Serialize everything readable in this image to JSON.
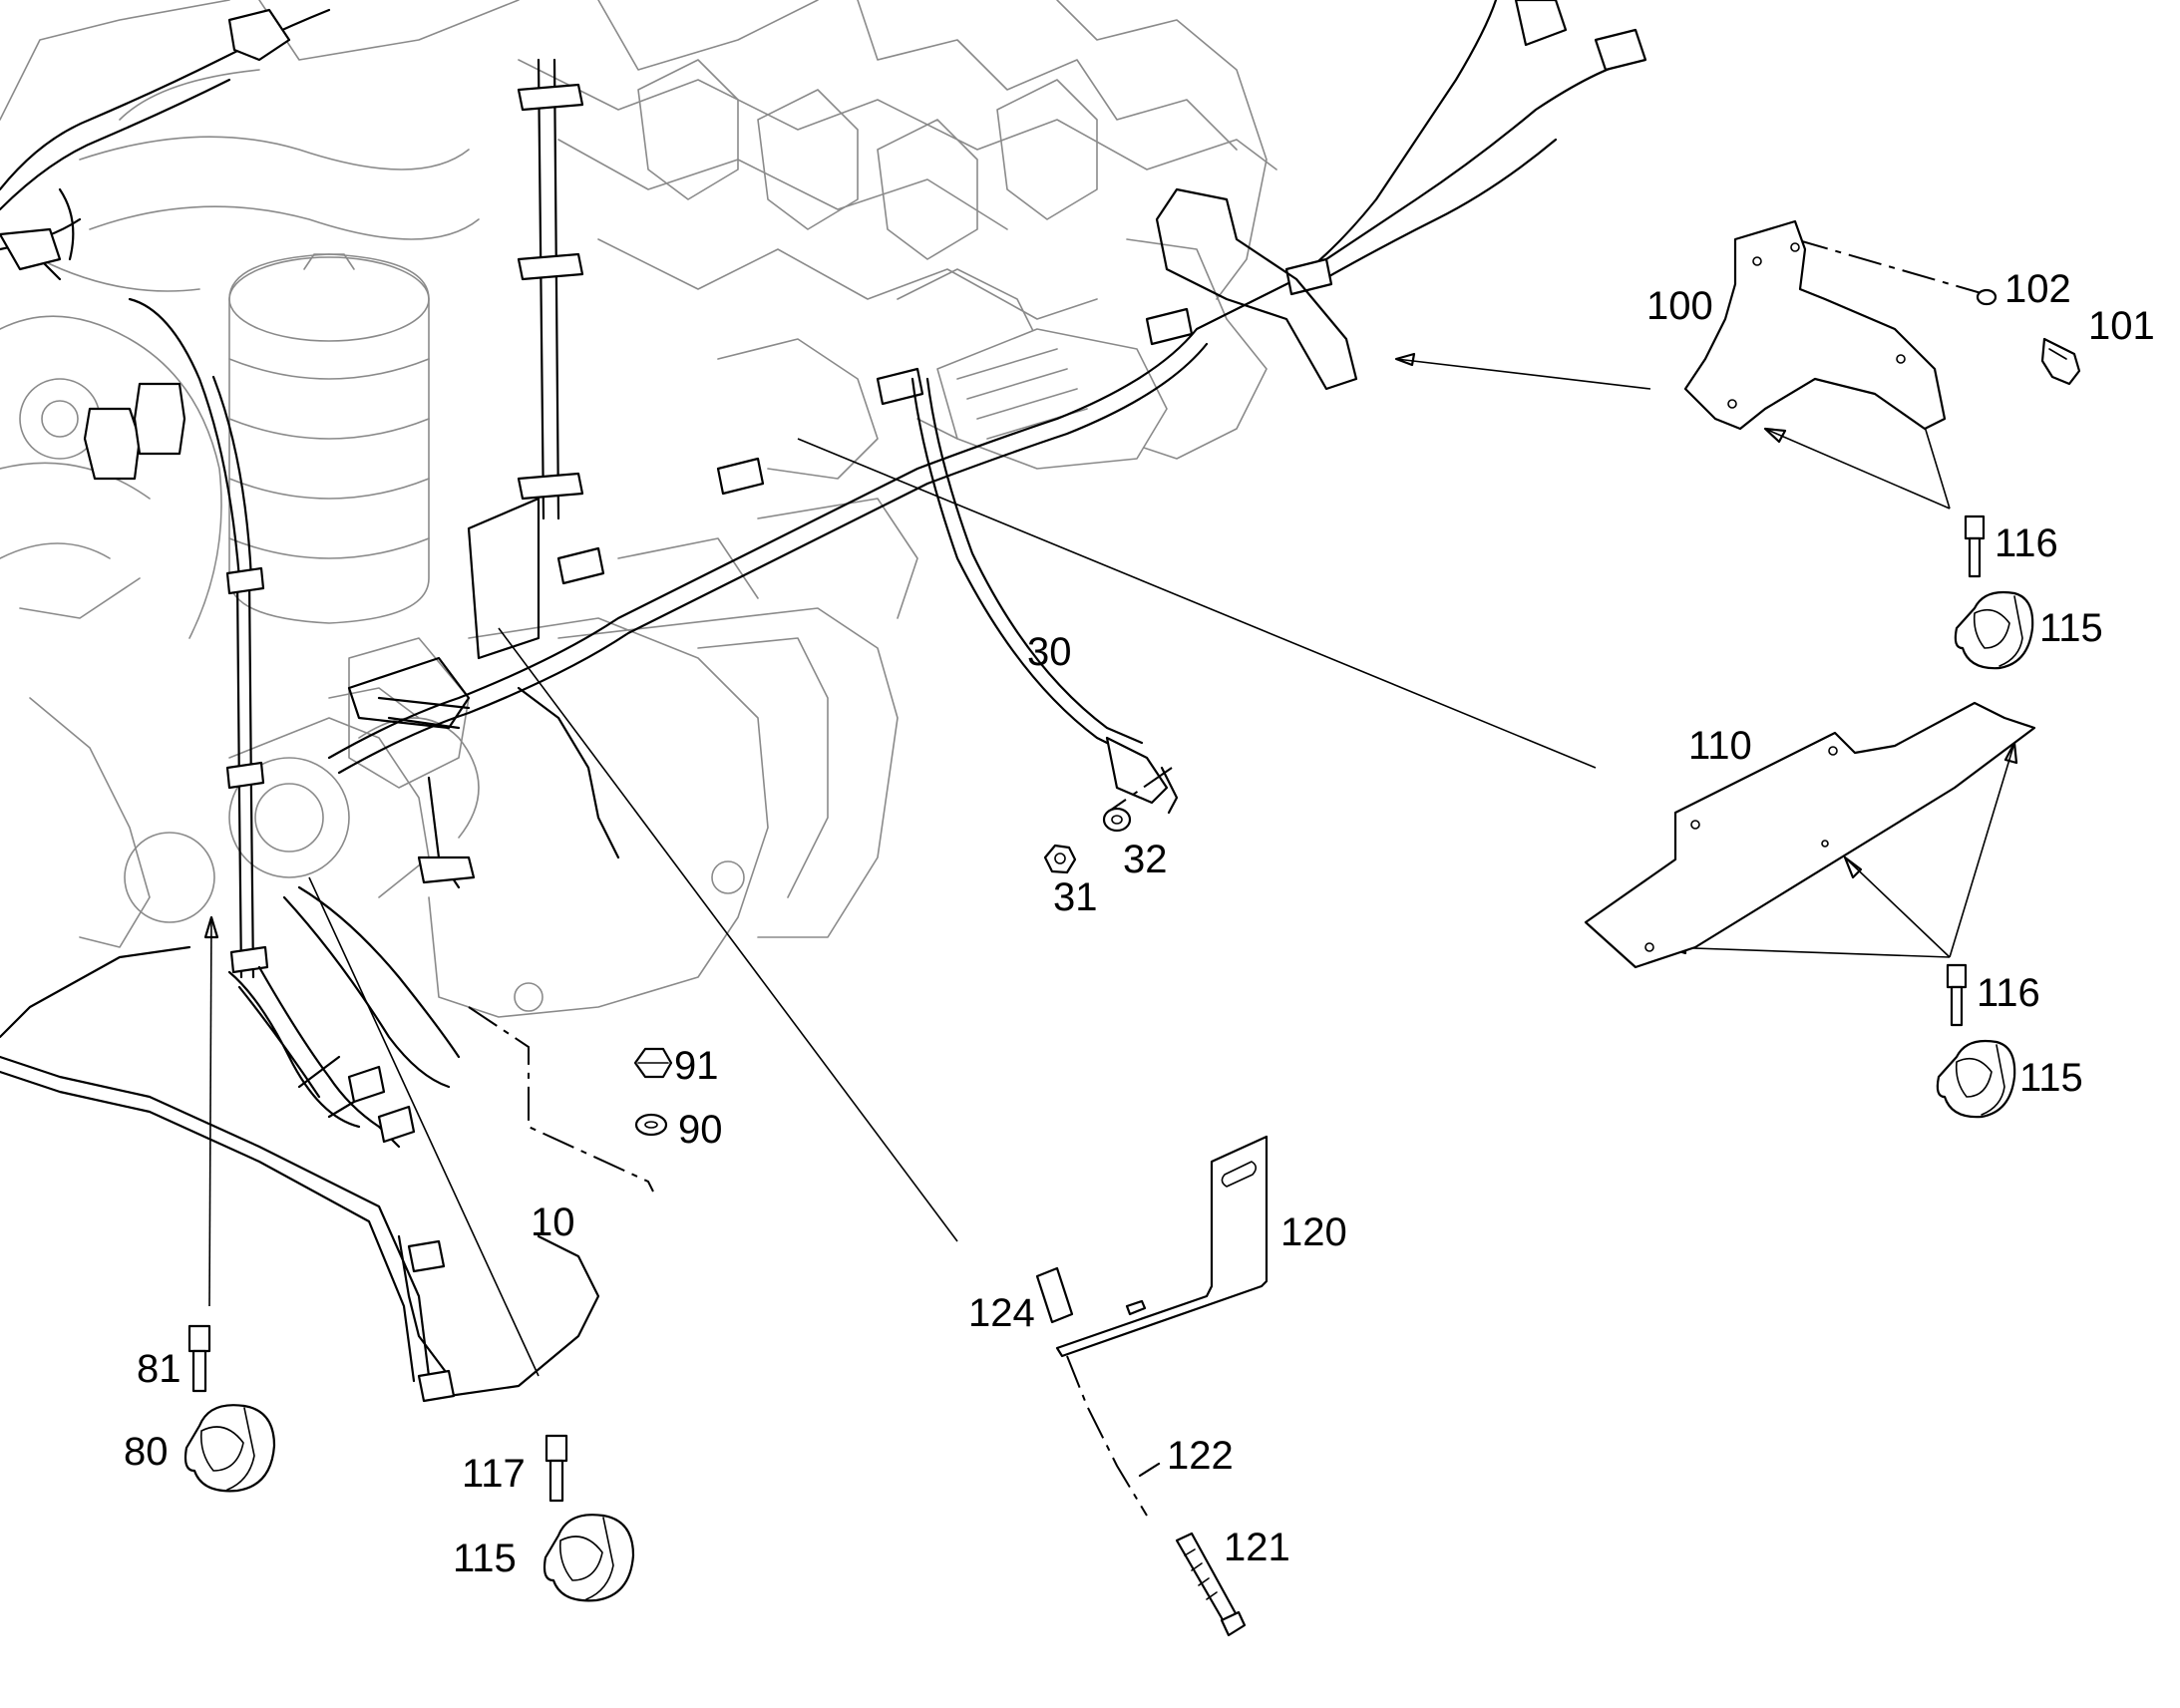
{
  "callouts": [
    {
      "id": "c100",
      "text": "100"
    },
    {
      "id": "c102",
      "text": "102"
    },
    {
      "id": "c101",
      "text": "101"
    },
    {
      "id": "c116a",
      "text": "116"
    },
    {
      "id": "c115a",
      "text": "115"
    },
    {
      "id": "c30",
      "text": "30"
    },
    {
      "id": "c110",
      "text": "110"
    },
    {
      "id": "c32",
      "text": "32"
    },
    {
      "id": "c31",
      "text": "31"
    },
    {
      "id": "c116b",
      "text": "116"
    },
    {
      "id": "c115b",
      "text": "115"
    },
    {
      "id": "c91",
      "text": "91"
    },
    {
      "id": "c90",
      "text": "90"
    },
    {
      "id": "c10",
      "text": "10"
    },
    {
      "id": "c120",
      "text": "120"
    },
    {
      "id": "c124",
      "text": "124"
    },
    {
      "id": "c81",
      "text": "81"
    },
    {
      "id": "c80",
      "text": "80"
    },
    {
      "id": "c117",
      "text": "117"
    },
    {
      "id": "c115c",
      "text": "115"
    },
    {
      "id": "c122",
      "text": "122"
    },
    {
      "id": "c121",
      "text": "121"
    }
  ]
}
